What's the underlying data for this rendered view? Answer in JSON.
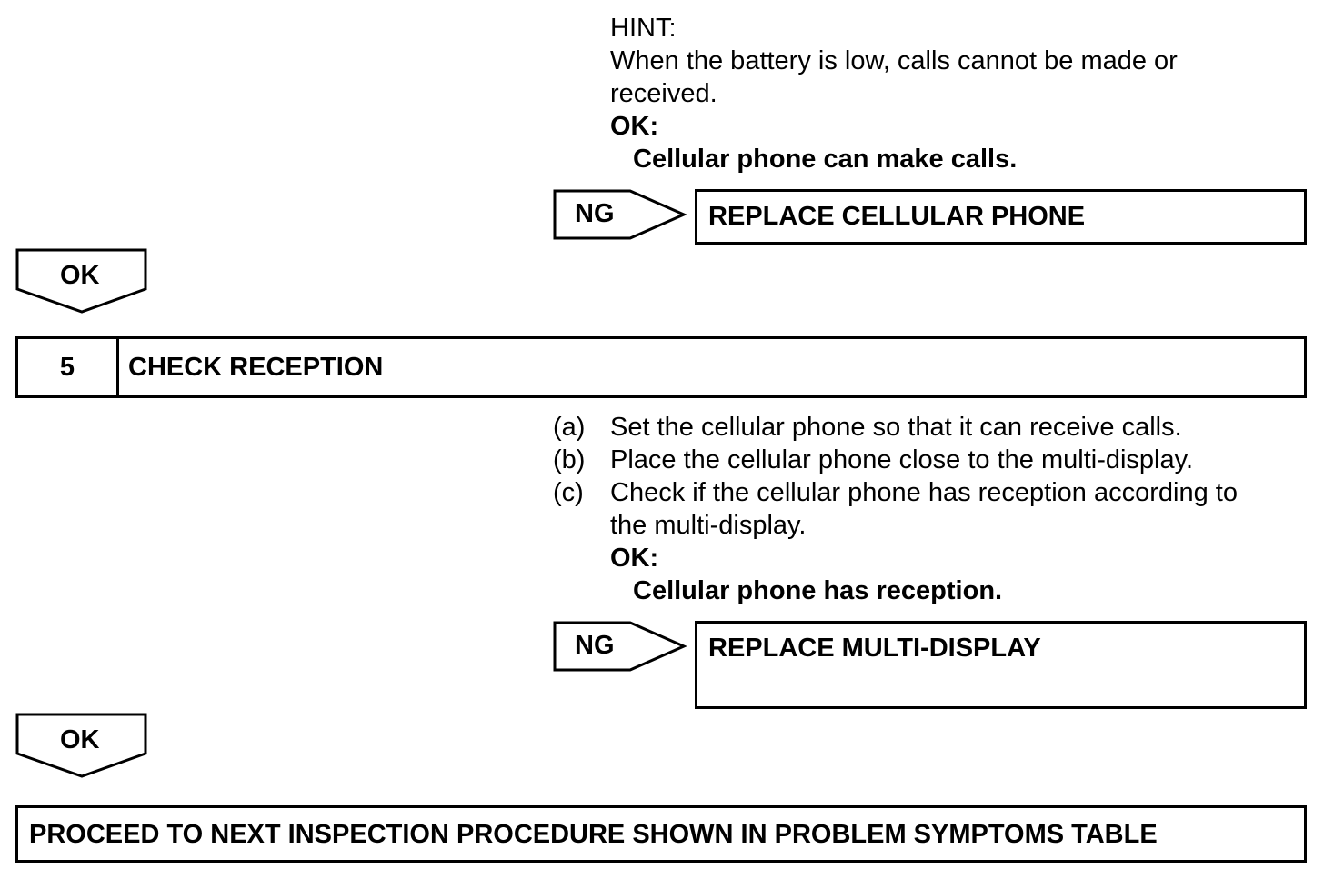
{
  "step4_tail": {
    "hint_label": "HINT:",
    "hint_text_line1": "When the battery is low, calls cannot be made or",
    "hint_text_line2": "received.",
    "ok_label": "OK:",
    "ok_text": "Cellular phone can make calls.",
    "ng_label": "NG",
    "ng_action": "REPLACE CELLULAR PHONE"
  },
  "flow_ok_1": "OK",
  "step5": {
    "number": "5",
    "title": "CHECK RECEPTION",
    "items": [
      {
        "marker": "(a)",
        "line1": "Set the cellular phone so that it can receive calls."
      },
      {
        "marker": "(b)",
        "line1": "Place the cellular phone close to the multi-display."
      },
      {
        "marker": "(c)",
        "line1": "Check if the cellular phone has reception according to",
        "line2": "the multi-display."
      }
    ],
    "ok_label": "OK:",
    "ok_text": "Cellular phone has reception.",
    "ng_label": "NG",
    "ng_action": "REPLACE MULTI-DISPLAY"
  },
  "flow_ok_2": "OK",
  "final_action": "PROCEED TO NEXT INSPECTION PROCEDURE SHOWN IN PROBLEM SYMPTOMS TABLE"
}
